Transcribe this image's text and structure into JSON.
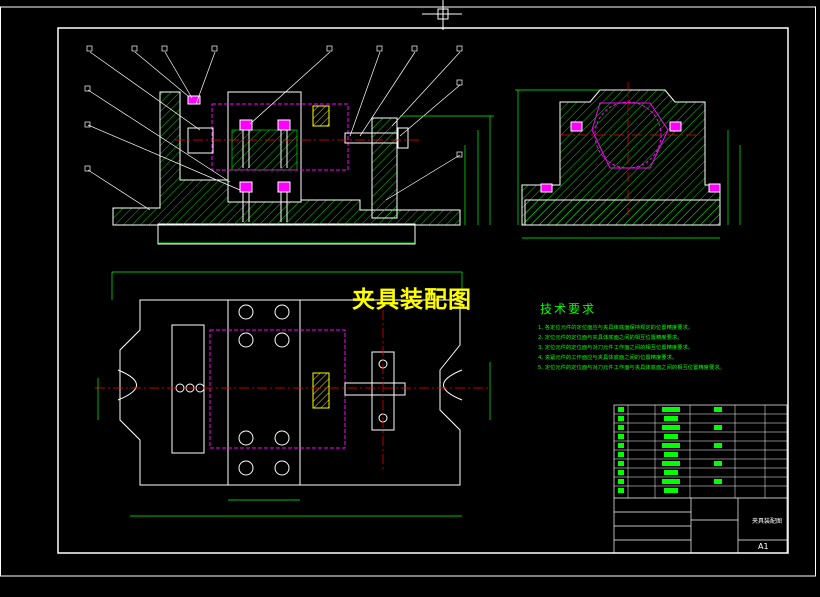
{
  "drawing": {
    "title": "夹具装配图",
    "sheet_size": "A1",
    "drawing_name": "夹具装配图"
  },
  "tech_requirements": {
    "heading": "技术要求",
    "items": [
      "1. 各定位元件的定位面应与夹具体底面保持规定的位置精度要求。",
      "2. 定位元件的定位面与夹具体底面之间的相互位置精度要求。",
      "3. 定位元件的定位面与对刀元件工作面之间的相互位置精度要求。",
      "4. 夹紧元件的工作面应与夹具体底面之间的位置精度要求。",
      "5. 定位元件的定位面与对刀元件工作面与夹具体底面之间的相互位置精度要求。"
    ]
  },
  "colors": {
    "background": "#000000",
    "outline": "#ffffff",
    "dimension": "#00ff00",
    "centerline": "#ff0000",
    "hidden": "#ff00ff",
    "title": "#ffff00",
    "bolt": "#ff00ff"
  }
}
